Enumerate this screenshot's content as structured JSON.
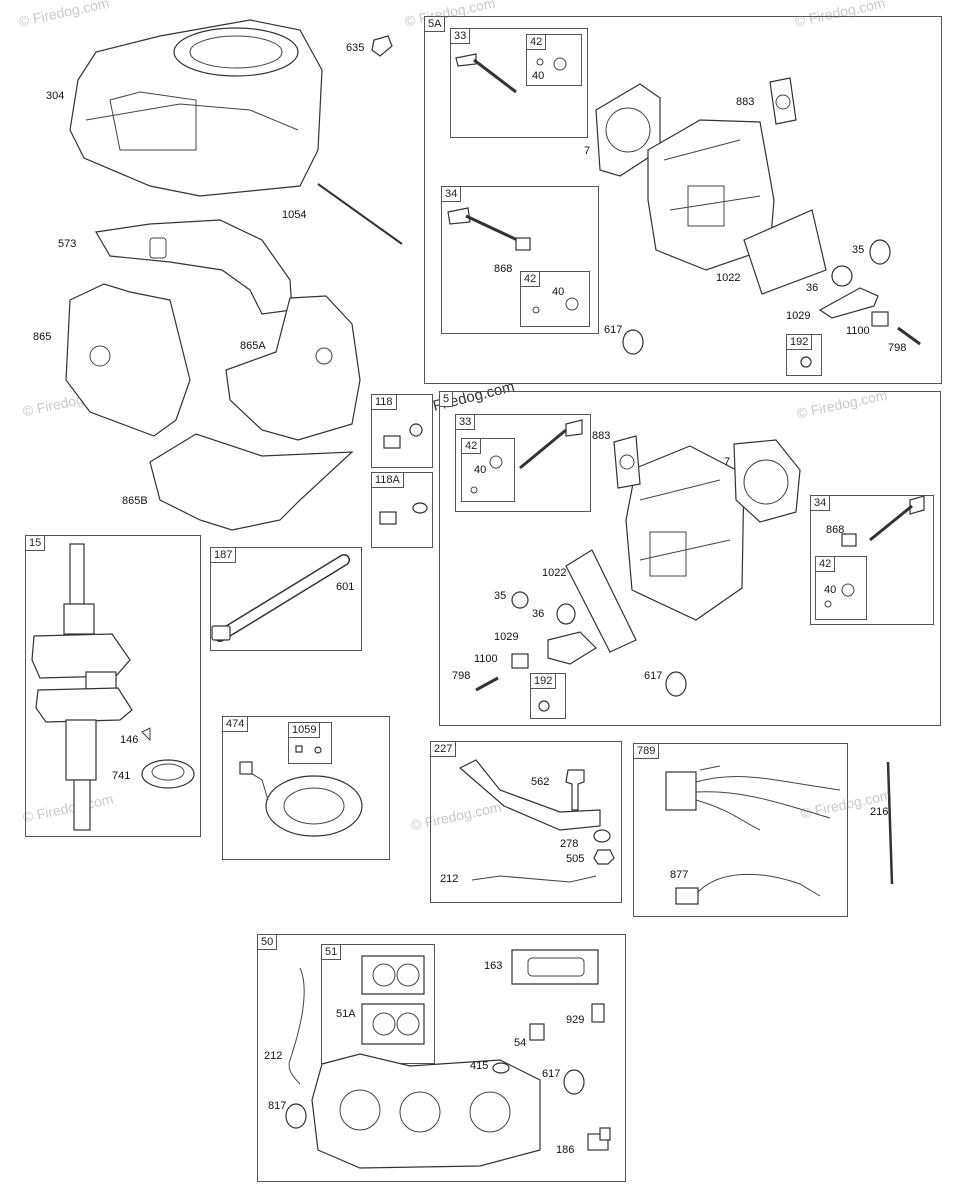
{
  "watermark": {
    "text": "Firedog.com",
    "marked": "© Firedog.com"
  },
  "groups": {
    "g5A": "5A",
    "g33a": "33",
    "g42a": "42",
    "g34a": "34",
    "g42b": "42",
    "g192a": "192",
    "g118": "118",
    "g118A": "118A",
    "g5": "5",
    "g33b": "33",
    "g42c": "42",
    "g34b": "34",
    "g42d": "42",
    "g192b": "192",
    "g15": "15",
    "g187": "187",
    "g474": "474",
    "g1059": "1059",
    "g227": "227",
    "g789": "789",
    "g50": "50",
    "g51": "51"
  },
  "labels": {
    "l304": "304",
    "l635": "635",
    "l1054": "1054",
    "l573": "573",
    "l865": "865",
    "l865A": "865A",
    "l865B": "865B",
    "l7a": "7",
    "l883a": "883",
    "l40a": "40",
    "l868a": "868",
    "l40b": "40",
    "l617a": "617",
    "l1022a": "1022",
    "l35a": "35",
    "l36a": "36",
    "l1029a": "1029",
    "l1100a": "1100",
    "l798a": "798",
    "l40c": "40",
    "l883b": "883",
    "l7b": "7",
    "l868b": "868",
    "l40d": "40",
    "l1022b": "1022",
    "l35b": "35",
    "l36b": "36",
    "l1029b": "1029",
    "l1100b": "1100",
    "l798b": "798",
    "l617b": "617",
    "l601": "601",
    "l146": "146",
    "l741": "741",
    "l562": "562",
    "l278": "278",
    "l505": "505",
    "l212a": "212",
    "l216": "216",
    "l877": "877",
    "l163": "163",
    "l51A": "51A",
    "l929": "929",
    "l54": "54",
    "l415": "415",
    "l212b": "212",
    "l617c": "617",
    "l817": "817",
    "l186": "186"
  }
}
